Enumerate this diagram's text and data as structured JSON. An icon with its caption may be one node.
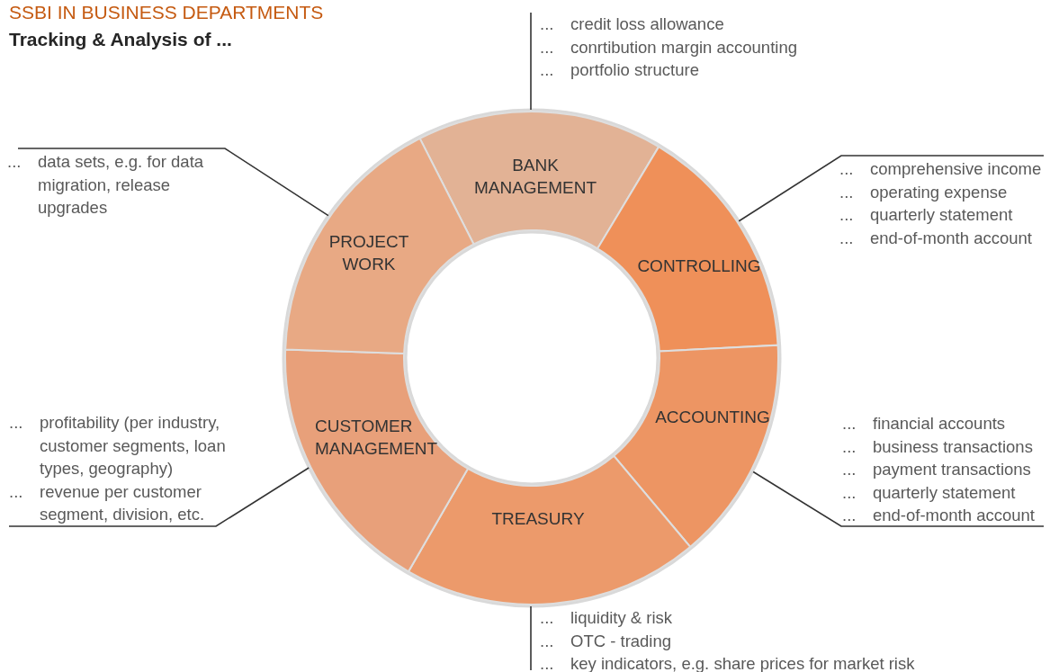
{
  "diagram": {
    "title": "SSBI IN BUSINESS DEPARTMENTS",
    "nodes": [
      {
        "text": [
          "BANK MANAGEMENT"
        ]
      },
      {
        "text": [
          "CONTROLLING"
        ]
      },
      {
        "text": [
          "ACCOUNTING"
        ]
      },
      {
        "text": [
          "TREASURY"
        ]
      },
      {
        "text": [
          "CUSTOMER MANAGEMENT"
        ]
      },
      {
        "text": [
          "PROJECT WORK"
        ]
      },
      {
        "text": [
          "... credit loss allowance",
          "... conrtibution margin accounting",
          "... portfolio structure"
        ]
      },
      {
        "text": [
          "... comprehensive income",
          "... operating expense",
          "... quarterly statement",
          "... end-of-month account"
        ]
      },
      {
        "text": [
          "... financial accounts",
          "... business transactions",
          "... payment transactions",
          "... quarterly statement",
          "... end-of-month account"
        ]
      },
      {
        "text": [
          "... liquidity & risk",
          "... OTC - trading",
          "... key indicators, e.g. share prices for market risk"
        ]
      },
      {
        "text": [
          "... profitability (per industry, customer segments, loan types, geography)",
          "... revenue per customer segment, division, etc."
        ]
      },
      {
        "text": [
          "... data sets, e.g. for data migration, release upgrades"
        ]
      }
    ],
    "edges": [
      {
        "from": 6,
        "to": 0,
        "arrow": "none"
      },
      {
        "from": 7,
        "to": 1,
        "arrow": "none"
      },
      {
        "from": 8,
        "to": 2,
        "arrow": "none"
      },
      {
        "from": 9,
        "to": 3,
        "arrow": "none"
      },
      {
        "from": 10,
        "to": 4,
        "arrow": "none"
      },
      {
        "from": 11,
        "to": 5,
        "arrow": "none"
      }
    ],
    "labels": [
      "Tracking & Analysis of ..."
    ]
  }
}
